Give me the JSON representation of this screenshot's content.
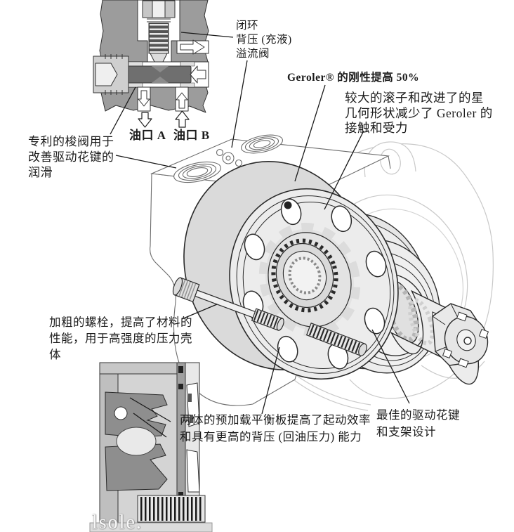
{
  "page": {
    "kind": "hydraulic-motor-feature-diagram",
    "colors": {
      "line": "#1a1a1a",
      "body_gray": "#9c9c9c",
      "spool_gray": "#6f6f6f",
      "light_fill": "#ececec",
      "ghost_line": "#c9c9c9"
    }
  },
  "annotations": {
    "relief_valve": {
      "line1": "闭环",
      "line2": "背压 (充液)",
      "line3": "溢流阀"
    },
    "geroler": {
      "line1": "Geroler® 的刚性提高 50%"
    },
    "rollers": {
      "line1": "较大的滚子和改进了的星",
      "line2": "几何形状减少了 Geroler 的",
      "line3": "接触和受力"
    },
    "shuttle": {
      "line1": "专利的梭阀用于",
      "line2": "改善驱动花键的",
      "line3": "润滑"
    },
    "bolts": {
      "line1": "加粗的螺栓，提高了材料的",
      "line2": "性能，用于高强度的压力壳",
      "line3": "体"
    },
    "balance": {
      "line1": "两体的预加载平衡板提高了起动效率",
      "line2": "和具有更高的背压 (回油压力) 能力"
    },
    "spline": {
      "line1": "最佳的驱动花键",
      "line2": "和支架设计"
    },
    "ports": {
      "a": "油口 A",
      "b": "油口 B"
    },
    "watermark": "lsole."
  }
}
